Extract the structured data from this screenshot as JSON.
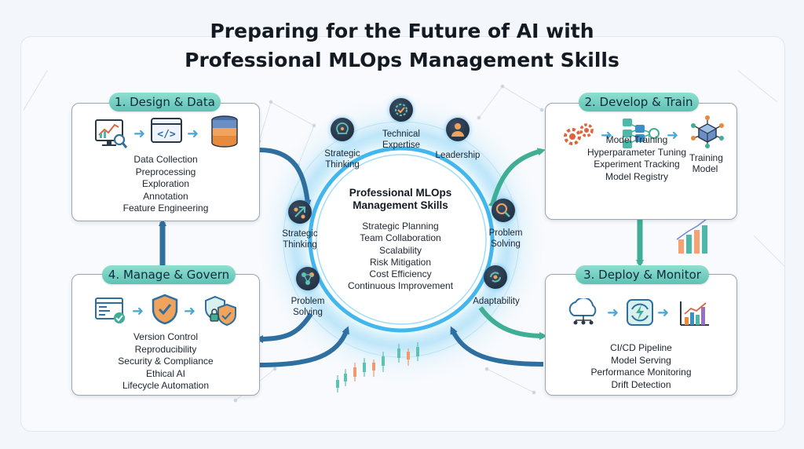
{
  "title": {
    "line1": "Preparing for the Future of AI with",
    "line2": "Professional MLOps Management Skills"
  },
  "stages": [
    {
      "label": "1. Design & Data",
      "items": [
        "Data Collection",
        "Preprocessing",
        "Exploration",
        "Annotation",
        "Feature Engineering"
      ],
      "icons": [
        "analytics-monitor-icon",
        "code-window-icon",
        "database-icon"
      ]
    },
    {
      "label": "2. Develop & Train",
      "items": [
        "Model Training",
        "Hyperparameter Tuning",
        "Experiment Tracking",
        "Model Registry"
      ],
      "side_label": [
        "Training",
        "Model"
      ],
      "icons": [
        "gears-icon",
        "neural-network-icon",
        "cube-model-icon"
      ]
    },
    {
      "label": "3. Deploy & Monitor",
      "items": [
        "CI/CD Pipeline",
        "Model Serving",
        "Performance Monitoring",
        "Drift Detection"
      ],
      "icons": [
        "cloud-network-icon",
        "sync-lightning-icon",
        "bar-chart-icon"
      ]
    },
    {
      "label": "4. Manage & Govern",
      "items": [
        "Version Control",
        "Reproducibility",
        "Security & Compliance",
        "Ethical AI",
        "Lifecycle Automation"
      ],
      "icons": [
        "checked-window-icon",
        "shield-check-icon",
        "locked-shields-icon"
      ]
    }
  ],
  "hub": {
    "title": [
      "Professional MLOps",
      "Management Skills"
    ],
    "items": [
      "Strategic Planning",
      "Team Collaboration",
      "Scalability",
      "Risk Mitigation",
      "Cost Efficiency",
      "Continuous Improvement"
    ]
  },
  "skills": {
    "technical": [
      "Technical",
      "Expertise"
    ],
    "strategic_top": [
      "Strategic",
      "Thinking"
    ],
    "leadership": [
      "Leadership"
    ],
    "strategic_left": [
      "Strategic",
      "Thinking"
    ],
    "problem_left": [
      "Problem",
      "Solving"
    ],
    "problem_right": [
      "Problem",
      "Solving"
    ],
    "adaptability": [
      "Adaptability"
    ]
  },
  "colors": {
    "accent_teal": "#5ec2b3",
    "arrow_blue": "#2f6f9f",
    "arrow_teal": "#3fae94",
    "glow": "#3fb6ee"
  }
}
